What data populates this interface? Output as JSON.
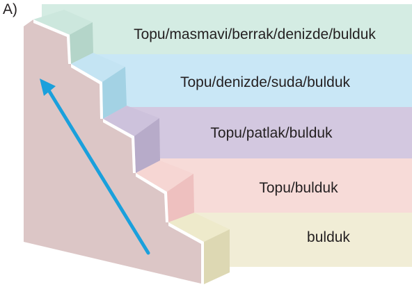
{
  "option_label": "A)",
  "steps": [
    {
      "text": "Topu/masmavi/berrak/denizde/bulduk",
      "band_color": "#d4ece3",
      "tread_color": "#cce7dd",
      "riser_color": "#b4d5c9"
    },
    {
      "text": "Topu/denizde/suda/bulduk",
      "band_color": "#c9e7f6",
      "tread_color": "#c4e4f3",
      "riser_color": "#a3d2e4"
    },
    {
      "text": "Topu/patlak/bulduk",
      "band_color": "#d3c8e0",
      "tread_color": "#cdc2dc",
      "riser_color": "#b7abc9"
    },
    {
      "text": "Topu/bulduk",
      "band_color": "#f7dbd8",
      "tread_color": "#f6d6d3",
      "riser_color": "#eec0bf"
    },
    {
      "text": "bulduk",
      "band_color": "#f1edd6",
      "tread_color": "#eeeacb",
      "riser_color": "#ddd8b3"
    }
  ],
  "colors": {
    "wall": "#dcc6c6",
    "step_edge": "#ffffff",
    "arrow": "#1aa0dc"
  }
}
